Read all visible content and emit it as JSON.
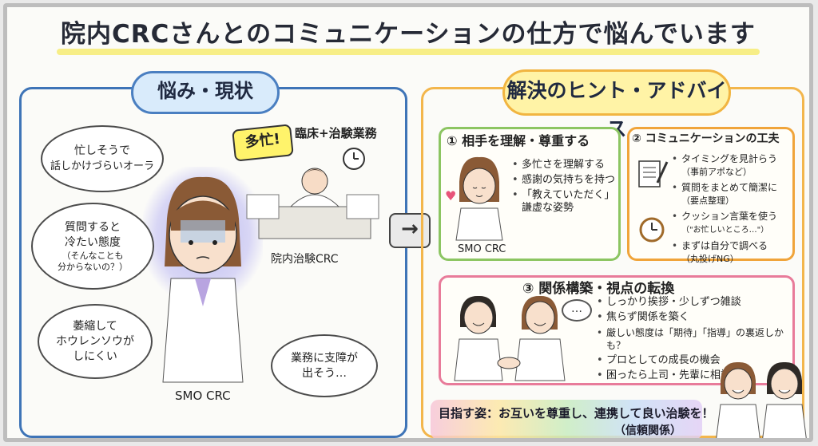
{
  "title": "院内CRCさんとのコミュニケーションの仕方で悩んでいます",
  "left": {
    "header": "悩み・現状",
    "bubbles": {
      "b1": {
        "l1": "忙しそうで",
        "l2": "話しかけづらいオーラ"
      },
      "b2": {
        "l1": "質問すると",
        "l2": "冷たい態度",
        "l3": "（そんなことも",
        "l4": "分からないの？）"
      },
      "b3": {
        "l1": "萎縮して",
        "l2": "ホウレンソウが",
        "l3": "しにくい"
      },
      "b4": {
        "l1": "業務に支障が",
        "l2": "出そう…"
      }
    },
    "busy_label": "多忙!",
    "busy_detail": "臨床+治験業務",
    "smo_label": "SMO CRC",
    "inhouse_label": "院内治験CRC"
  },
  "arrow": "→",
  "right": {
    "header": "解決のヒント・アドバイス",
    "box1": {
      "title": "① 相手を理解・尊重する",
      "items": [
        "多忙さを理解する",
        "感謝の気持ちを持つ",
        "「教えていただく」謙虚な姿勢"
      ],
      "figure_label": "SMO CRC"
    },
    "box2": {
      "title": "② コミュニケーションの工夫",
      "items": [
        {
          "main": "タイミングを見計らう",
          "sub": "（事前アポなど）"
        },
        {
          "main": "質問をまとめて簡潔に",
          "sub": "（要点整理）"
        },
        {
          "main": "クッション言葉を使う",
          "sub": "（\"お忙しいところ…\"）"
        },
        {
          "main": "まずは自分で調べる",
          "sub": "（丸投げNG）"
        }
      ]
    },
    "box3": {
      "title": "③ 関係構築・視点の転換",
      "items": [
        "しっかり挨拶・少しずつ雑談",
        "焦らず関係を築く",
        "厳しい態度は「期待」「指導」の裏返しかも？",
        "プロとしての成長の機会",
        "困ったら上司・先輩に相談"
      ],
      "speech": "…"
    },
    "goal": {
      "main": "目指す姿：お互いを尊重し、連携して良い治験を！",
      "sub": "（信頼関係）"
    }
  }
}
